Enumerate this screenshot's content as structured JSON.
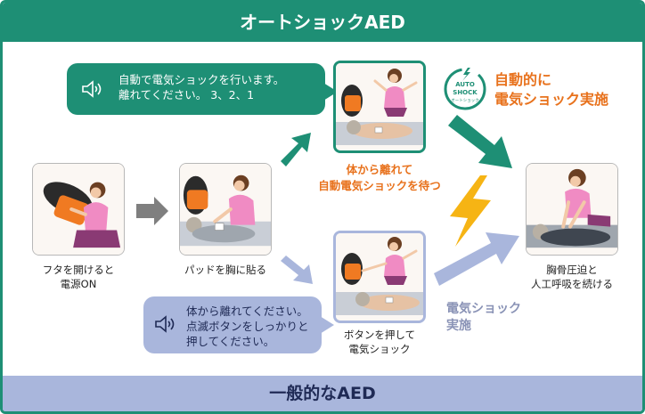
{
  "header": {
    "title": "オートショックAED"
  },
  "footer": {
    "title": "一般的なAED"
  },
  "auto_bubble": {
    "line1": "自動で電気ショックを行います。",
    "line2": "離れてください。 3、2、1"
  },
  "manual_bubble": {
    "line1": "体から離れてください。",
    "line2": "点滅ボタンをしっかりと",
    "line3": "押してください。"
  },
  "steps": {
    "open": {
      "line1": "フタを開けると",
      "line2": "電源ON"
    },
    "pads": {
      "line1": "パッドを胸に貼る"
    },
    "auto_wait": {
      "line1": "体から離れて",
      "line2": "自動電気ショックを待つ"
    },
    "manual_press": {
      "line1": "ボタンを押して",
      "line2": "電気ショック"
    },
    "cpr": {
      "line1": "胸骨圧迫と",
      "line2": "人工呼吸を続ける"
    }
  },
  "auto_shock": {
    "badge_top": "AUTO",
    "badge_mid": "SHOCK",
    "badge_sub": "オートショック",
    "line1": "自動的に",
    "line2": "電気ショック実施"
  },
  "manual_shock": {
    "line1": "電気ショック",
    "line2": "実施"
  },
  "colors": {
    "green": "#1e8f75",
    "blue": "#a9b6dc",
    "orange": "#e8721d",
    "lightning": "#f6b414"
  }
}
